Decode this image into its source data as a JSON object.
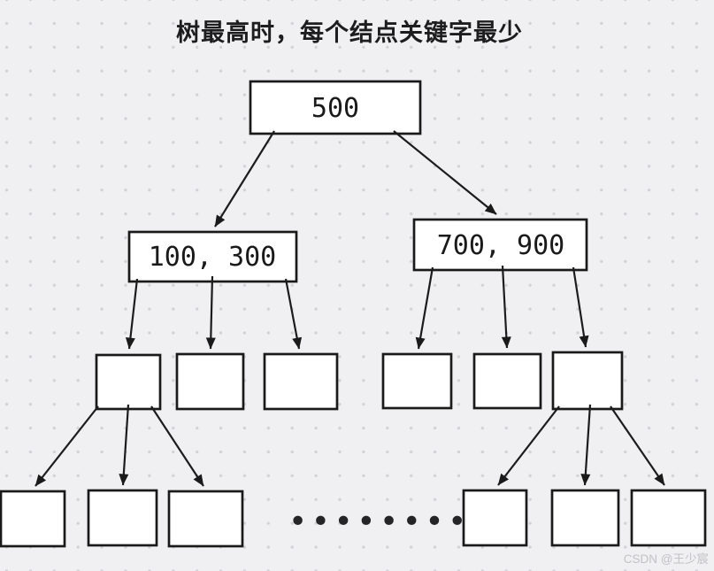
{
  "title": "树最高时，每个结点关键字最少",
  "nodes": {
    "root": {
      "label": "500"
    },
    "l2_left": {
      "label": "100, 300"
    },
    "l2_right": {
      "label": "700, 900"
    }
  },
  "ellipsis_dots": "••••••••",
  "watermark": "CSDN @王少宸",
  "colors": {
    "background": "#f0f0f2",
    "grid_dot": "#d2d2d6",
    "node_fill": "#ffffff",
    "node_border": "#1a1a1a",
    "edge": "#1c1c1e",
    "title_text": "#1d1d1f",
    "watermark_text": "#c2c2c6"
  }
}
